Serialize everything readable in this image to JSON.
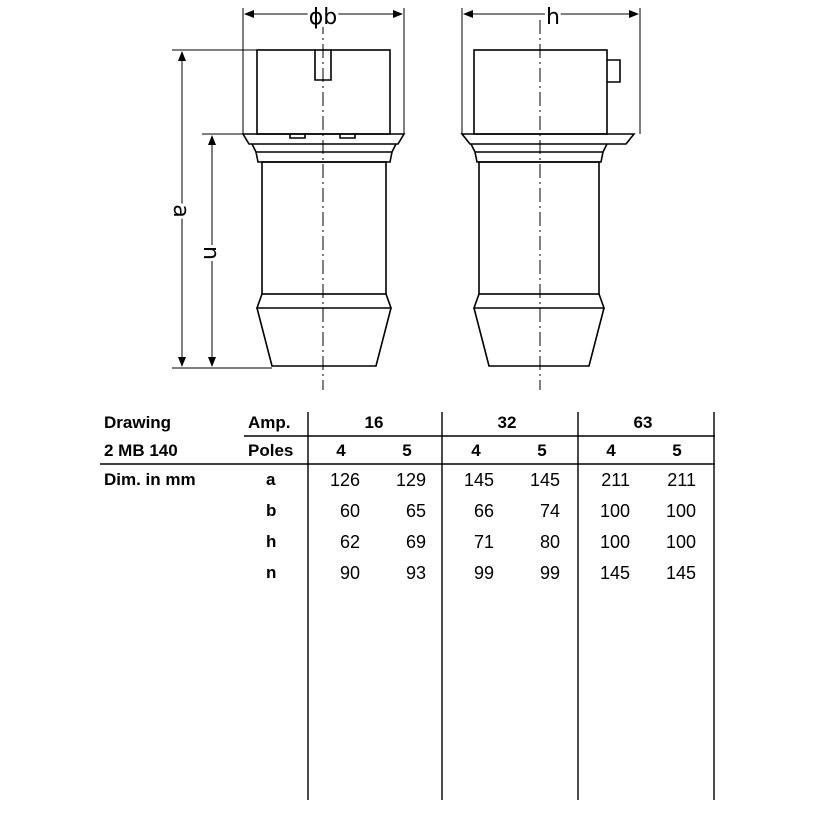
{
  "drawing_labels": {
    "dia_b": "ϕb",
    "h": "h",
    "a": "a",
    "n": "n"
  },
  "table": {
    "title_line1": "Drawing",
    "title_line2": "2 MB 140",
    "amp_label": "Amp.",
    "poles_label": "Poles",
    "dim_label": "Dim. in mm",
    "amps": [
      "16",
      "32",
      "63"
    ],
    "poles": [
      "4",
      "5",
      "4",
      "5",
      "4",
      "5"
    ],
    "rows": [
      {
        "dim": "a",
        "values": [
          "126",
          "129",
          "145",
          "145",
          "211",
          "211"
        ]
      },
      {
        "dim": "b",
        "values": [
          "60",
          "65",
          "66",
          "74",
          "100",
          "100"
        ]
      },
      {
        "dim": "h",
        "values": [
          "62",
          "69",
          "71",
          "80",
          "100",
          "100"
        ]
      },
      {
        "dim": "n",
        "values": [
          "90",
          "93",
          "99",
          "99",
          "145",
          "145"
        ]
      }
    ]
  }
}
